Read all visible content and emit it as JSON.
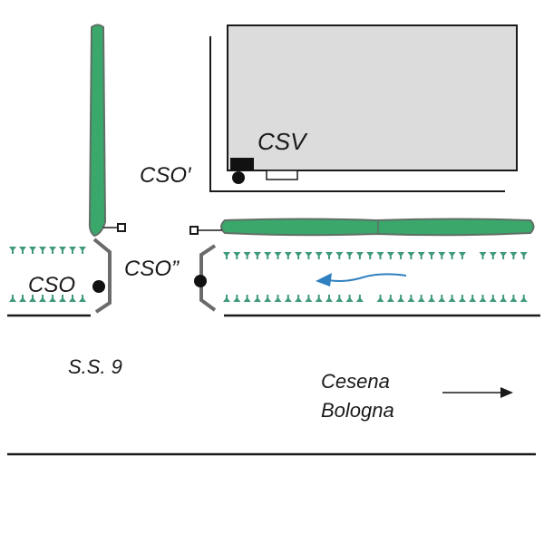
{
  "labels": {
    "csv": "CSV",
    "cso_prime": "CSO′",
    "cso": "CSO",
    "cso_double_prime": "CSO”",
    "road": "S.S. 9",
    "direction_line1": "Cesena",
    "direction_line2": "Bologna"
  },
  "colors": {
    "hedge_green": "#3aa86b",
    "hedge_outline": "#5f6f66",
    "vegetation_marks": "#3f9a7a",
    "flow_arrow": "#2f80c0",
    "building_fill": "#dcdcdc",
    "line": "#1a1a1a",
    "barrier_gray": "#6b6b6b"
  },
  "icons": {
    "flow": "water-flow-arrow-left",
    "direction": "arrow-right",
    "monitoring_station": "filled-circle",
    "sampler": "small-square"
  }
}
